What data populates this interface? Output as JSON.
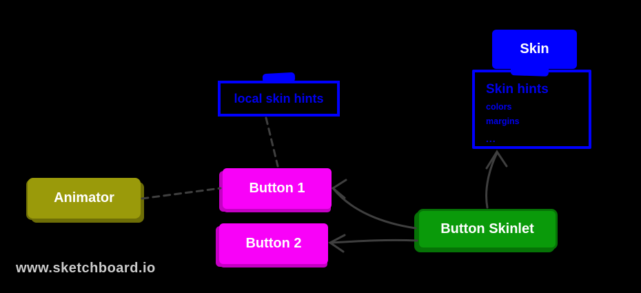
{
  "watermark": "www.sketchboard.io",
  "colors": {
    "background": "#000000",
    "blue": "#0000FF",
    "blue_text": "#0000EE",
    "magenta": "#F802F8",
    "magenta_shadow": "#C400C4",
    "green": "#0A9A0A",
    "green_dark": "#067306",
    "olive": "#9A9A0A",
    "olive_shadow": "#6E6E06",
    "connector_gray": "#3F3F3F",
    "label_white": "#FFFFFF",
    "watermark_gray": "#CCCCCC"
  },
  "nodes": {
    "skin": {
      "label": "Skin"
    },
    "skin_hints": {
      "title": "Skin hints",
      "items": [
        "colors",
        "margins",
        "..."
      ]
    },
    "local_skin_hints": {
      "label": "local skin hints"
    },
    "animator": {
      "label": "Animator"
    },
    "button1": {
      "label": "Button 1"
    },
    "button2": {
      "label": "Button 2"
    },
    "button_skinlet": {
      "label": "Button Skinlet"
    }
  },
  "connectors": [
    {
      "name": "animator-to-button1",
      "style": "dashed",
      "from": "animator",
      "to": "button1"
    },
    {
      "name": "local-skin-hints-to-button1",
      "style": "dashed",
      "from": "local_skin_hints",
      "to": "button1"
    },
    {
      "name": "button-skinlet-to-button1",
      "style": "arrow",
      "from": "button_skinlet",
      "to": "button1"
    },
    {
      "name": "button-skinlet-to-button2",
      "style": "arrow",
      "from": "button_skinlet",
      "to": "button2"
    },
    {
      "name": "button-skinlet-to-skin-hints",
      "style": "arrow",
      "from": "button_skinlet",
      "to": "skin_hints"
    }
  ]
}
